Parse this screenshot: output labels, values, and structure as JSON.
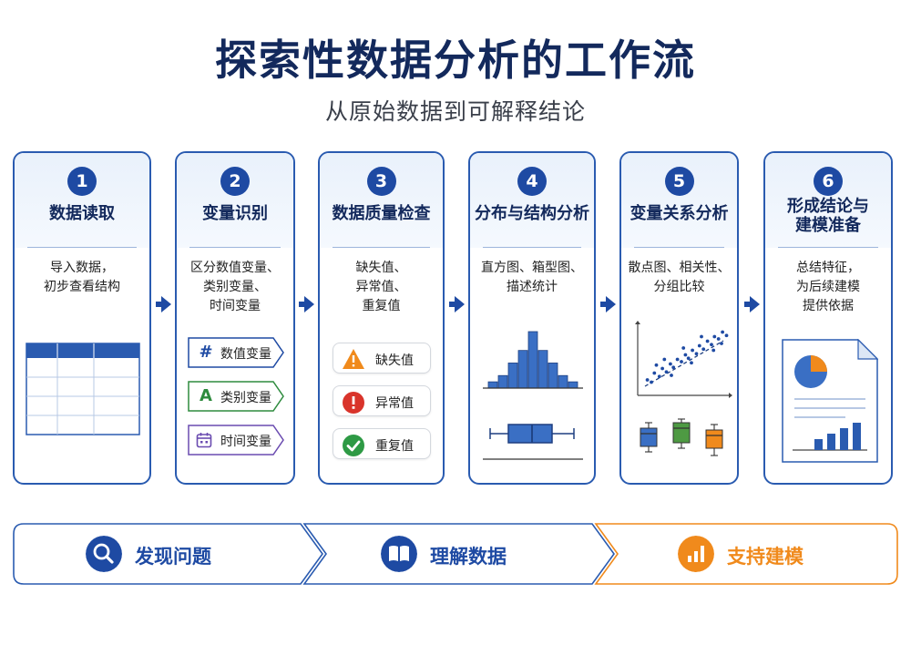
{
  "header": {
    "title": "探索性数据分析的工作流",
    "subtitle": "从原始数据到可解释结论"
  },
  "steps": [
    {
      "number": "1",
      "title": "数据读取",
      "description": "导入数据，\n初步查看结构"
    },
    {
      "number": "2",
      "title": "变量识别",
      "description": "区分数值变量、\n类别变量、\n时间变量"
    },
    {
      "number": "3",
      "title": "数据质量检查",
      "description": "缺失值、\n异常值、\n重复值"
    },
    {
      "number": "4",
      "title": "分布与结构分析",
      "description": "直方图、箱型图、\n描述统计"
    },
    {
      "number": "5",
      "title": "变量关系分析",
      "description": "散点图、相关性、\n分组比较"
    },
    {
      "number": "6",
      "title": "形成结论与\n建模准备",
      "description": "总结特征，\n为后续建模\n提供依据"
    }
  ],
  "variable_types": [
    {
      "icon": "#",
      "label": "数值变量",
      "color": "#1e4aa3"
    },
    {
      "icon": "A",
      "label": "类别变量",
      "color": "#2e8b3e"
    },
    {
      "icon": "calendar-icon",
      "label": "时间变量",
      "color": "#6a4bb0"
    }
  ],
  "quality_checks": [
    {
      "icon": "warning-icon",
      "label": "缺失值",
      "color": "#f08a1c"
    },
    {
      "icon": "error-icon",
      "label": "异常值",
      "color": "#d9342b"
    },
    {
      "icon": "check-icon",
      "label": "重复值",
      "color": "#2e9a45"
    }
  ],
  "histogram": {
    "values": [
      1,
      2,
      4,
      6,
      9,
      6,
      4,
      2,
      1
    ]
  },
  "scatter": {
    "points": [
      [
        0.6,
        1.2
      ],
      [
        1.0,
        1.0
      ],
      [
        1.3,
        1.8
      ],
      [
        1.8,
        1.5
      ],
      [
        2.1,
        2.2
      ],
      [
        2.5,
        1.9
      ],
      [
        2.9,
        2.6
      ],
      [
        3.2,
        2.3
      ],
      [
        3.6,
        3.0
      ],
      [
        4.0,
        2.8
      ],
      [
        4.4,
        3.4
      ],
      [
        4.7,
        3.1
      ],
      [
        5.1,
        3.8
      ],
      [
        5.5,
        3.5
      ],
      [
        5.8,
        4.2
      ],
      [
        6.2,
        3.9
      ],
      [
        6.6,
        4.6
      ],
      [
        7.0,
        4.3
      ],
      [
        7.3,
        5.0
      ],
      [
        7.7,
        4.8
      ],
      [
        8.1,
        5.4
      ],
      [
        8.5,
        5.1
      ],
      [
        1.5,
        2.5
      ],
      [
        3.0,
        1.6
      ],
      [
        4.2,
        4.0
      ],
      [
        5.0,
        2.7
      ],
      [
        6.0,
        5.0
      ],
      [
        7.2,
        3.8
      ],
      [
        8.0,
        4.4
      ],
      [
        2.3,
        3.0
      ]
    ]
  },
  "box_colors": [
    "#3a6fc4",
    "#4e9a43",
    "#f08a1c"
  ],
  "report_bars": [
    2,
    3,
    4,
    5
  ],
  "stages": [
    {
      "icon": "search-icon",
      "label": "发现问题",
      "color": "#1e4aa3"
    },
    {
      "icon": "book-icon",
      "label": "理解数据",
      "color": "#1e4aa3"
    },
    {
      "icon": "bar-chart-icon",
      "label": "支持建模",
      "color": "#f08a1c"
    }
  ]
}
